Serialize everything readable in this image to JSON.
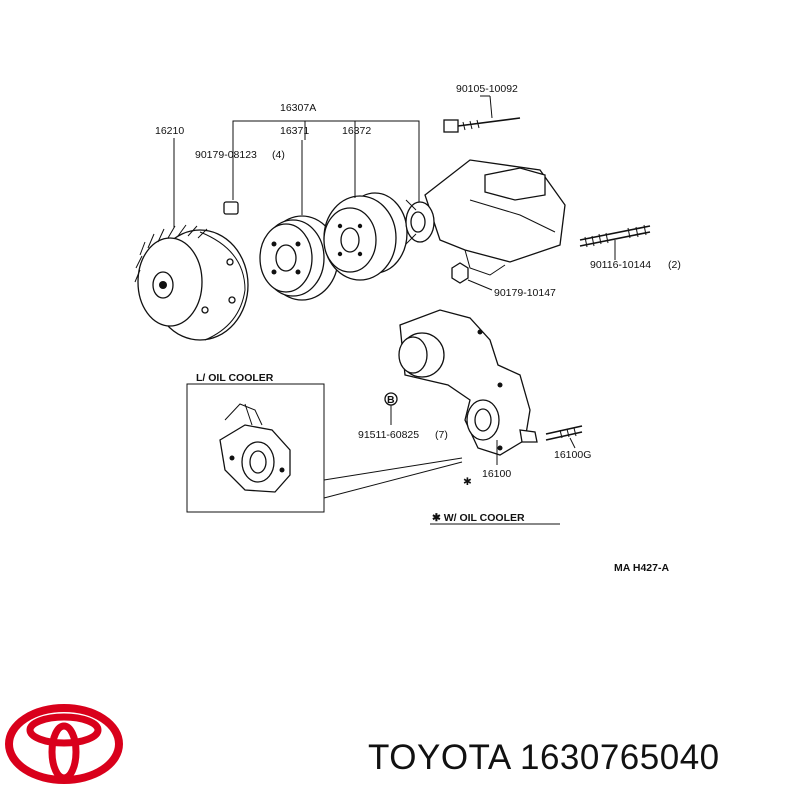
{
  "labels": {
    "assy": "16307A",
    "fan_clutch": "16210",
    "pulley_a": "16371",
    "pulley_b": "16372",
    "bolt_top": "90105-10092",
    "nut_fan": "90179-08123",
    "nut_fan_qty": "(4)",
    "stud_right": "90116-10144",
    "stud_right_qty": "(2)",
    "nut_pump": "90179-10147",
    "plug": "91511-60825",
    "plug_qty": "(7)",
    "plug_marker": "B",
    "pump": "16100",
    "stud_pump": "16100G",
    "oil_cooler_l": "L/ OIL COOLER",
    "oil_cooler_w": "✱ W/ OIL COOLER",
    "asterisk": "✱",
    "figure_code": "MA  H427-A"
  },
  "brand": {
    "name": "TOYOTA",
    "part_number": "1630765040",
    "logo_color": "#d9001b"
  }
}
